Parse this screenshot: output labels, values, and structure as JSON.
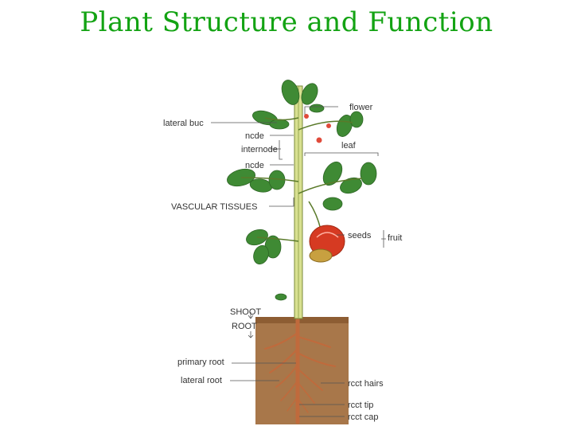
{
  "title": "Plant Structure and Function",
  "labels": {
    "flower": "flower",
    "lateral_bud": "lateral buc",
    "node_upper": "ncde",
    "internode": "internode",
    "node_lower": "ncde",
    "leaf": "leaf",
    "vascular_tissues": "VASCULAR TISSUES",
    "seeds": "seeds",
    "fruit": "fruit",
    "shoot": "SHOOT",
    "root": "ROOT",
    "primary_root": "primary root",
    "lateral_root": "lateral root",
    "root_hairs": "rcct hairs",
    "root_tip": "rcct tip",
    "root_cap": "rcct cap"
  },
  "colors": {
    "title": "#13a313",
    "soil": "#a8774a",
    "stem": "#d8e090",
    "leaf": "#3f8a34",
    "fruit": "#d63a22",
    "root": "#c06a3c"
  }
}
